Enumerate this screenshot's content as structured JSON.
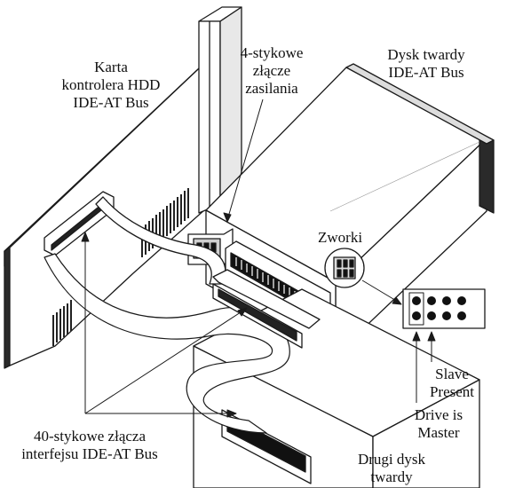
{
  "labels": {
    "controller_card": [
      "Karta",
      "kontrolera HDD",
      "IDE-AT Bus"
    ],
    "power_connector": [
      "4-stykowe",
      "złącze",
      "zasilania"
    ],
    "hard_disk": [
      "Dysk twardy",
      "IDE-AT Bus"
    ],
    "jumpers": "Zworki",
    "interface_connectors": [
      "40-stykowe złącza",
      "interfejsu IDE-AT Bus"
    ],
    "slave_present": [
      "Slave",
      "Present"
    ],
    "drive_is_master": [
      "Drive is",
      "Master"
    ],
    "second_disk": [
      "Drugi dysk",
      "twardy"
    ]
  },
  "colors": {
    "line": "#1a1a1a",
    "fill": "#ffffff",
    "dark": "#222222",
    "gray": "#bdbdbd",
    "pin": "#111111"
  }
}
